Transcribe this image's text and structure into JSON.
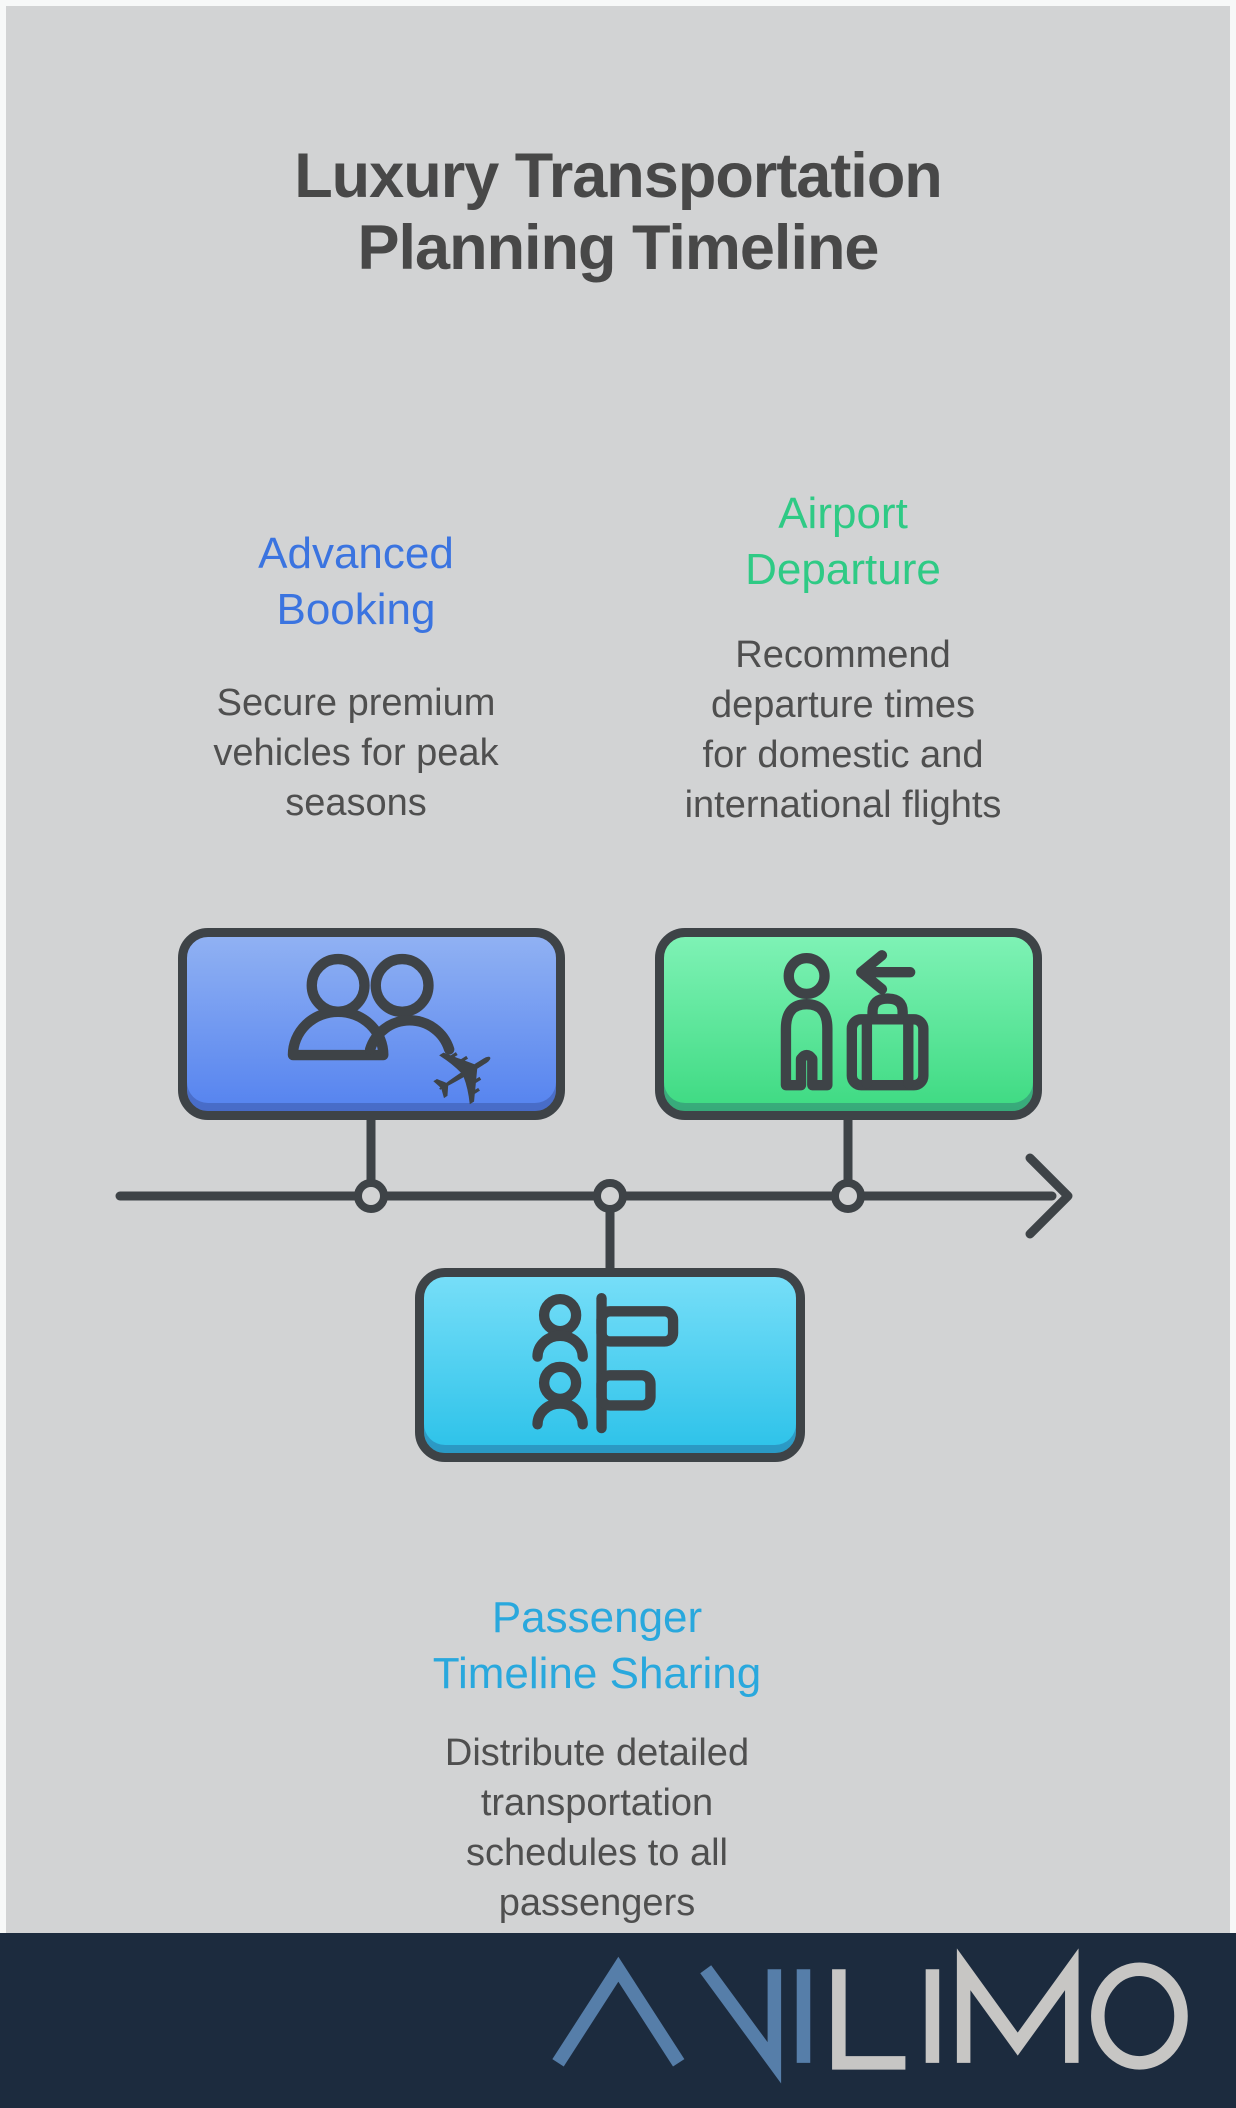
{
  "title": "Luxury Transportation\nPlanning Timeline",
  "steps": [
    {
      "name": "Advanced Booking",
      "title": "Advanced\nBooking",
      "description": "Secure premium\nvehicles for peak\nseasons",
      "accent_color": "#3b74e0",
      "icon": "travelers-airplane-icon",
      "card_gradient": {
        "top": "#90b1f3",
        "bottom": "#5583ef"
      }
    },
    {
      "name": "Airport Departure",
      "title": "Airport\nDeparture",
      "description": "Recommend\ndeparture times\nfor domestic and\ninternational flights",
      "accent_color": "#2fca85",
      "icon": "passenger-luggage-arrow-icon",
      "card_gradient": {
        "top": "#7ef2b5",
        "bottom": "#3eda82"
      }
    },
    {
      "name": "Passenger Timeline Sharing",
      "title": "Passenger\nTimeline Sharing",
      "description": "Distribute detailed\ntransportation\nschedules to all\npassengers",
      "accent_color": "#29a8dd",
      "icon": "passenger-schedule-icon",
      "card_gradient": {
        "top": "#76def8",
        "bottom": "#2cc2e9"
      }
    }
  ],
  "timeline": {
    "direction": "left-to-right",
    "node_count": 3,
    "line_color": "#3e4347"
  },
  "icons": {
    "airplane_glyph": "✈"
  },
  "colors": {
    "page_frame": "#f7f8f8",
    "background": "#d2d3d4",
    "title_text": "#484848",
    "body_text": "#4f4f4f",
    "outline": "#3e4347",
    "footer_background": "#1c2b3e",
    "logo_blue": "#567ea9",
    "logo_gray": "#c7c6c4"
  },
  "footer": {
    "brand_text": "ANILIMO",
    "brand_first": "ANI",
    "brand_second": "LIMO"
  }
}
